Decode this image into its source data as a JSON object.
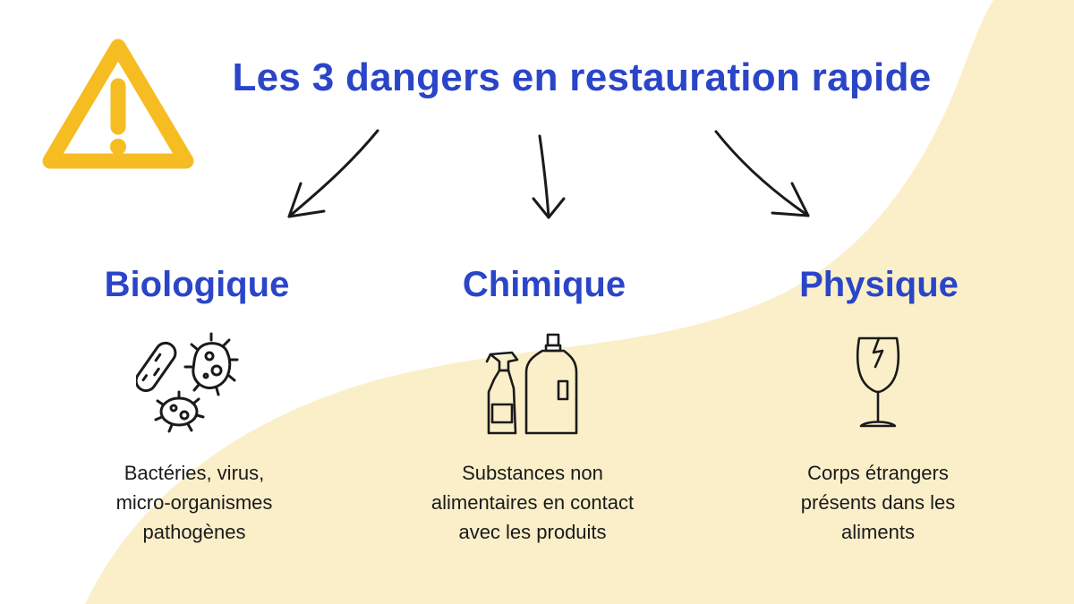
{
  "colors": {
    "title": "#2b45c8",
    "warning": "#f6bd22",
    "wave": "#fbefc9",
    "text": "#1a1a1a",
    "stroke": "#1a1a1a"
  },
  "title": "Les 3 dangers en restauration rapide",
  "categories": [
    {
      "name": "Biologique",
      "icon": "bacteria-icon",
      "description_lines": [
        "Bactéries, virus,",
        "micro-organismes",
        "pathogènes"
      ]
    },
    {
      "name": "Chimique",
      "icon": "cleaning-products-icon",
      "description_lines": [
        "Substances non",
        "alimentaires en contact",
        "avec les produits"
      ]
    },
    {
      "name": "Physique",
      "icon": "broken-glass-icon",
      "description_lines": [
        "Corps étrangers",
        "présents dans les",
        "aliments"
      ]
    }
  ]
}
